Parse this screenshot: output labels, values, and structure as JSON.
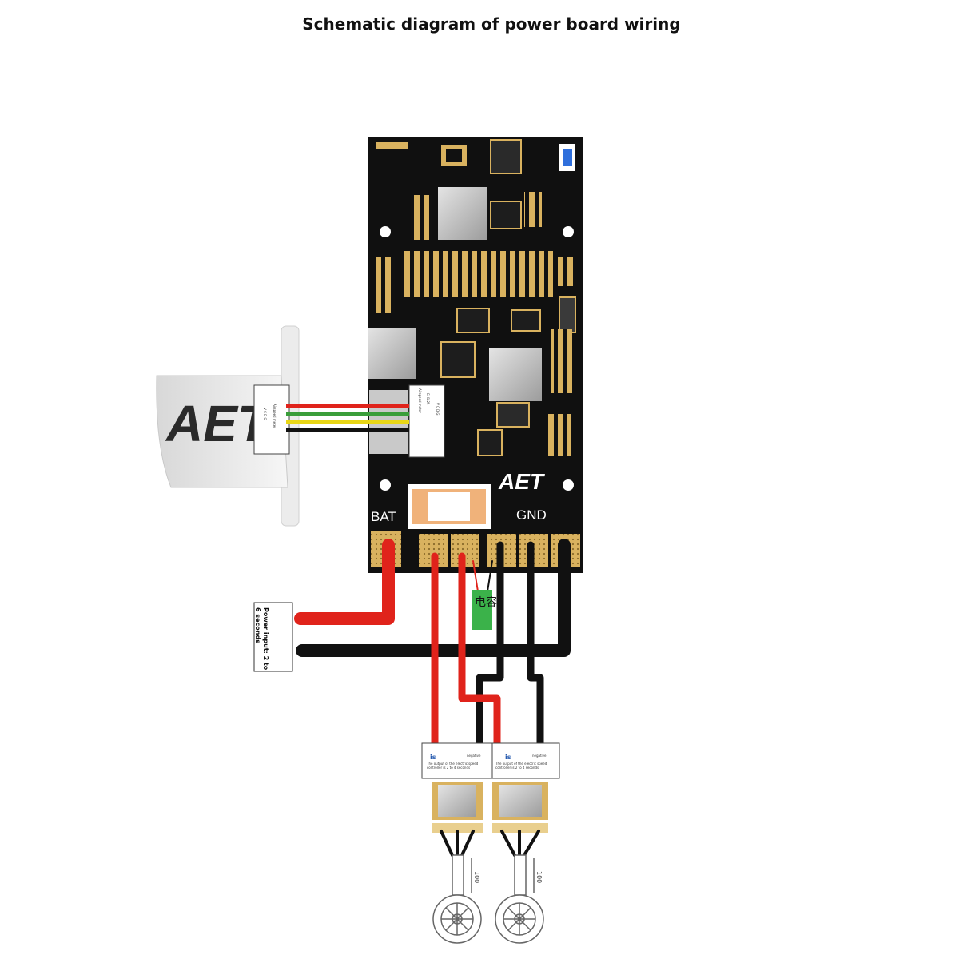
{
  "title": "Schematic diagram of power board wiring",
  "board": {
    "brand": "AET",
    "bat_label": "BAT",
    "gnd_label": "GND",
    "connector_label_line1": "Airspeed meter",
    "connector_label_line2": "-GH1.25",
    "connector_pins": "V C D G"
  },
  "sensor": {
    "brand": "AET",
    "label": "Airspeed meter",
    "pins": "V C D G"
  },
  "capacitor_label": "电容",
  "power_input": {
    "line1": "Power input: 2 to",
    "line2": "6 seconds"
  },
  "esc_1": {
    "title": "is",
    "tag": "negative",
    "desc": "The output of the electric speed controller is 2 to 4 seconds"
  },
  "esc_2": {
    "title": "is",
    "tag": "negative",
    "desc": "The output of the electric speed controller is 2 to 4 seconds"
  },
  "motor_dimension": "100",
  "colors": {
    "board": "#101010",
    "pad": "#d9b25f",
    "wire_positive": "#e0231b",
    "wire_negative": "#111111",
    "signal_red": "#e0231b",
    "signal_green": "#3a9e3a",
    "signal_yellow": "#e8d617",
    "capacitor": "#3bb24a"
  }
}
